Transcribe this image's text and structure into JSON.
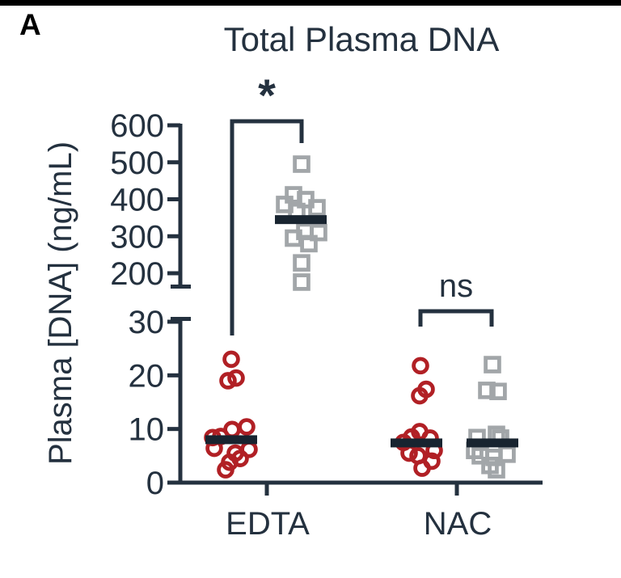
{
  "panel_label": "A",
  "colors": {
    "dark": "#24313f",
    "median_bar": "#182430",
    "red_marker": "#b12025",
    "gray_marker": "#a2a6a9",
    "top_border": "#000000"
  },
  "chart_data": {
    "type": "scatter",
    "title": "Total Plasma DNA",
    "ylabel": "Plasma [DNA] (ng/mL)",
    "categories": [
      "EDTA",
      "NAC"
    ],
    "y_axis_break": true,
    "upper_axis": {
      "ticks": [
        600,
        500,
        400,
        300,
        200
      ],
      "range": [
        163,
        600
      ]
    },
    "lower_axis": {
      "ticks": [
        30,
        20,
        10,
        0
      ],
      "range": [
        0,
        31
      ]
    },
    "legend": "none",
    "grid": false,
    "series": [
      {
        "name": "edta-circles",
        "column": "EDTA-red",
        "marker": "circle",
        "color": "red",
        "axis": "lower",
        "median": 8,
        "points": [
          [
            23,
            0
          ],
          [
            19.5,
            6
          ],
          [
            19,
            -4
          ],
          [
            10.4,
            19
          ],
          [
            9.9,
            1
          ],
          [
            8.6,
            -13
          ],
          [
            8.4,
            -23
          ],
          [
            6.4,
            -21
          ],
          [
            6.2,
            22
          ],
          [
            5.5,
            5
          ],
          [
            4.5,
            11
          ],
          [
            3.8,
            -2
          ],
          [
            2.4,
            -7
          ]
        ]
      },
      {
        "name": "edta-squares",
        "column": "EDTA-gray",
        "marker": "square",
        "color": "gray",
        "axis": "upper",
        "median": 345,
        "points": [
          [
            495,
            1
          ],
          [
            412,
            -9
          ],
          [
            399,
            6
          ],
          [
            386,
            -20
          ],
          [
            377,
            20
          ],
          [
            367,
            -5
          ],
          [
            313,
            5
          ],
          [
            310,
            22
          ],
          [
            295,
            -9
          ],
          [
            280,
            10
          ],
          [
            228,
            1
          ],
          [
            176,
            1
          ]
        ]
      },
      {
        "name": "nac-circles",
        "column": "NAC-red",
        "marker": "circle",
        "color": "red",
        "axis": "lower",
        "median": 7.4,
        "points": [
          [
            21.8,
            5
          ],
          [
            17.4,
            12
          ],
          [
            16.2,
            4
          ],
          [
            9.5,
            4
          ],
          [
            8.5,
            -6
          ],
          [
            8.3,
            17
          ],
          [
            7.5,
            -16
          ],
          [
            6,
            22
          ],
          [
            5.5,
            -9
          ],
          [
            5,
            2
          ],
          [
            4,
            19
          ],
          [
            2.7,
            7
          ]
        ]
      },
      {
        "name": "nac-squares",
        "column": "NAC-gray",
        "marker": "square",
        "color": "gray",
        "axis": "lower",
        "median": 7.4,
        "points": [
          [
            22,
            0
          ],
          [
            17.2,
            -7
          ],
          [
            17,
            7
          ],
          [
            9,
            5
          ],
          [
            8.4,
            -19
          ],
          [
            8.3,
            10
          ],
          [
            6,
            -22
          ],
          [
            5.3,
            18
          ],
          [
            5,
            -15
          ],
          [
            4.7,
            2
          ],
          [
            3.2,
            -3
          ],
          [
            2.4,
            5
          ]
        ]
      }
    ],
    "annotations": [
      {
        "label": "*"
      },
      {
        "label": "ns"
      }
    ]
  }
}
